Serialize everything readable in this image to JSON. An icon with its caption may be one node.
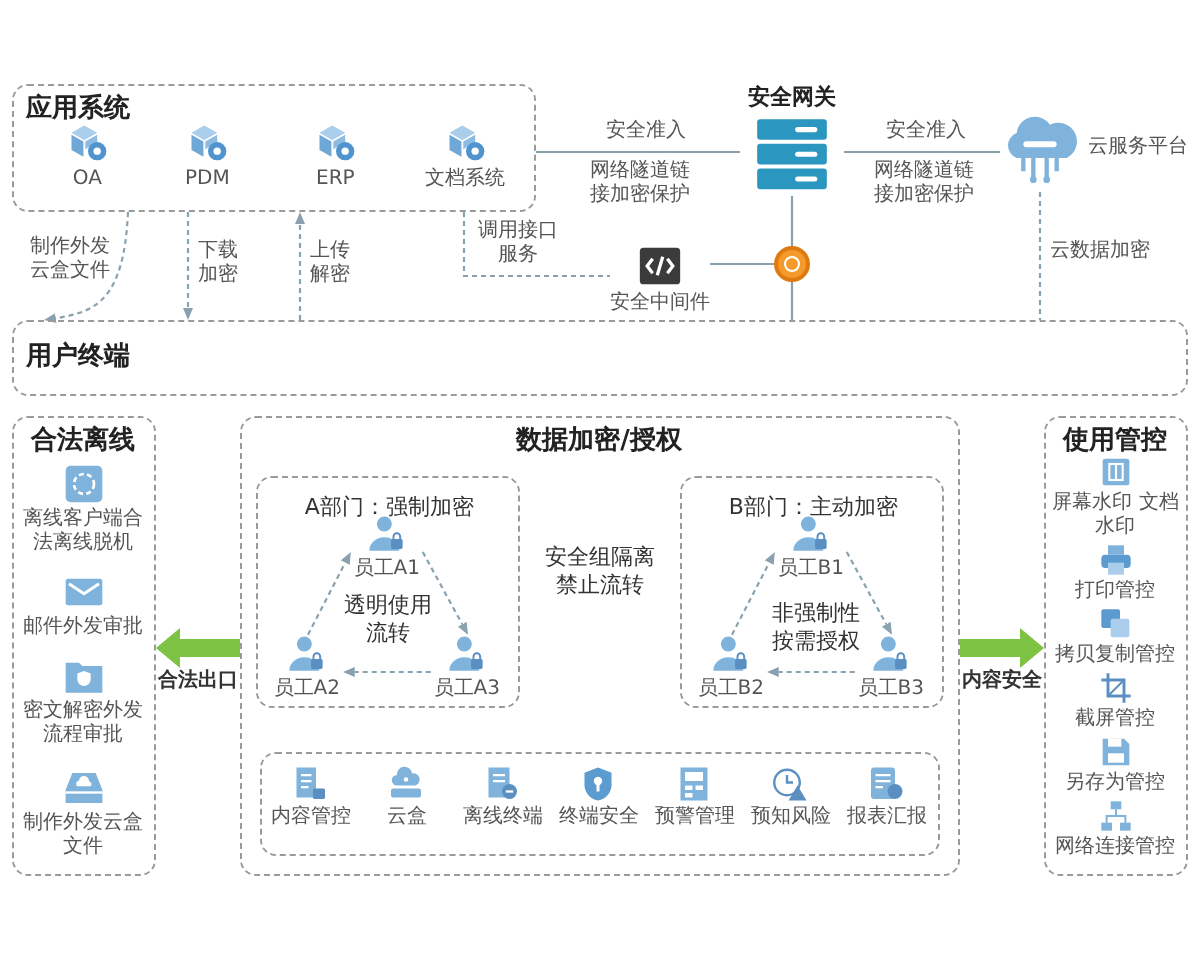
{
  "diagram": {
    "nodes": [
      {
        "text": [
          "应用系统"
        ]
      },
      {
        "text": [
          "OA"
        ],
        "in": 0
      },
      {
        "text": [
          "PDM"
        ],
        "in": 0
      },
      {
        "text": [
          "ERP"
        ],
        "in": 0
      },
      {
        "text": [
          "文档系统"
        ],
        "in": 0
      },
      {
        "text": [
          "安全网关"
        ]
      },
      {
        "text": [
          "云服务平台"
        ]
      },
      {
        "text": [
          "安全中间件"
        ]
      },
      {
        "text": [],
        "shape": "circle"
      },
      {
        "text": [
          "用户终端"
        ]
      },
      {
        "text": [
          "合法离线"
        ]
      },
      {
        "text": [
          "离线客户端合法离线脱机"
        ],
        "in": 10
      },
      {
        "text": [
          "邮件外发审批"
        ],
        "in": 10
      },
      {
        "text": [
          "密文解密外发流程审批"
        ],
        "in": 10
      },
      {
        "text": [
          "制作外发云盒文件"
        ],
        "in": 10
      },
      {
        "text": [
          "数据加密/授权"
        ]
      },
      {
        "text": [
          "A部门：强制加密"
        ],
        "in": 15
      },
      {
        "text": [
          "员工A1"
        ],
        "in": 16
      },
      {
        "text": [
          "员工A2"
        ],
        "in": 16
      },
      {
        "text": [
          "员工A3"
        ],
        "in": 16
      },
      {
        "text": [
          "B部门：主动加密"
        ],
        "in": 15
      },
      {
        "text": [
          "员工B1"
        ],
        "in": 20
      },
      {
        "text": [
          "员工B2"
        ],
        "in": 20
      },
      {
        "text": [
          "员工B3"
        ],
        "in": 20
      },
      {
        "text": [],
        "shape": "box",
        "in": 15
      },
      {
        "text": [
          "内容管控"
        ],
        "in": 24
      },
      {
        "text": [
          "云盒"
        ],
        "in": 24
      },
      {
        "text": [
          "离线终端"
        ],
        "in": 24
      },
      {
        "text": [
          "终端安全"
        ],
        "in": 24
      },
      {
        "text": [
          "预警管理"
        ],
        "in": 24
      },
      {
        "text": [
          "预知风险"
        ],
        "in": 24
      },
      {
        "text": [
          "报表汇报"
        ],
        "in": 24
      },
      {
        "text": [
          "使用管控"
        ]
      },
      {
        "text": [
          "屏幕水印 文档水印"
        ],
        "in": 32
      },
      {
        "text": [
          "打印管控"
        ],
        "in": 32
      },
      {
        "text": [
          "拷贝复制管控"
        ],
        "in": 32
      },
      {
        "text": [
          "截屏管控"
        ],
        "in": 32
      },
      {
        "text": [
          "另存为管控"
        ],
        "in": 32
      },
      {
        "text": [
          "网络连接管控"
        ],
        "in": 32
      }
    ],
    "edges": [
      {
        "from": 0,
        "to": 9,
        "arrow": "to",
        "style": "dashed",
        "label": "制作外发云盒文件"
      },
      {
        "from": 0,
        "to": 9,
        "arrow": "to",
        "style": "dashed",
        "label": "下载加密"
      },
      {
        "from": 9,
        "to": 0,
        "arrow": "to",
        "style": "dashed",
        "label": "上传解密"
      },
      {
        "from": 0,
        "to": 7,
        "arrow": "none",
        "style": "dashed",
        "label": "调用接口服务"
      },
      {
        "from": 0,
        "to": 5,
        "arrow": "none",
        "label": "安全准入"
      },
      {
        "from": 5,
        "to": 6,
        "arrow": "none",
        "label": "安全准入"
      },
      {
        "from": 5,
        "to": 8,
        "arrow": "none"
      },
      {
        "from": 7,
        "to": 8,
        "arrow": "none"
      },
      {
        "from": 8,
        "to": 9,
        "arrow": "none"
      },
      {
        "from": 6,
        "to": 9,
        "arrow": "none",
        "style": "dashed",
        "label": "云数据加密"
      },
      {
        "from": 15,
        "to": 10,
        "arrow": "to",
        "style": "thick",
        "color": "#7dc242",
        "label": "合法出口"
      },
      {
        "from": 15,
        "to": 32,
        "arrow": "to",
        "style": "thick",
        "color": "#7dc242",
        "label": "内容安全"
      },
      {
        "from": 18,
        "to": 17,
        "arrow": "to",
        "style": "dashed"
      },
      {
        "from": 17,
        "to": 19,
        "arrow": "to",
        "style": "dashed"
      },
      {
        "from": 19,
        "to": 18,
        "arrow": "to",
        "style": "dashed"
      },
      {
        "from": 22,
        "to": 21,
        "arrow": "to",
        "style": "dashed"
      },
      {
        "from": 21,
        "to": 23,
        "arrow": "to",
        "style": "dashed"
      },
      {
        "from": 23,
        "to": 22,
        "arrow": "to",
        "style": "dashed"
      }
    ],
    "labels": [
      "网络隧道链接加密保护",
      "网络隧道链接加密保护",
      "安全组隔离禁止流转",
      "透明使用流转",
      "非强制性按需授权"
    ]
  }
}
